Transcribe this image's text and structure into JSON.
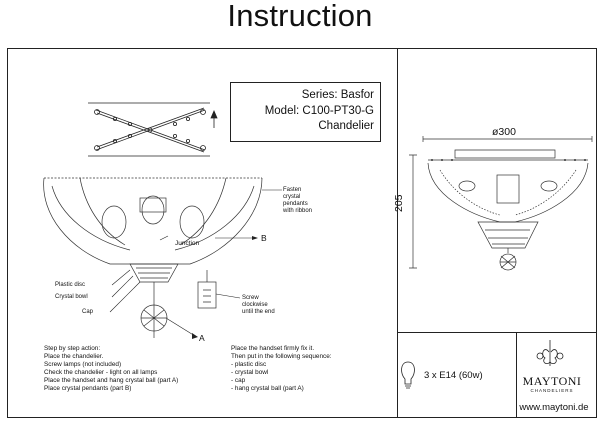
{
  "title": "Instruction",
  "spec": {
    "series": "Series: Basfor",
    "model": "Model: C100-PT30-G",
    "type": "Chandelier"
  },
  "callouts": {
    "fasten": [
      "Fasten",
      "crystal",
      "pendants",
      "with ribbon"
    ],
    "junction": "Junction",
    "b": "B",
    "a": "A",
    "plastic_disc": "Plastic disc",
    "crystal_bowl": "Crystal bowl",
    "cap": "Cap",
    "screw": [
      "Screw",
      "clockwise",
      "until the end"
    ]
  },
  "steps_left": [
    "Step by step action:",
    "Place the chandelier.",
    "Screw lamps (not included)",
    "Check the chandelier - light on all lamps",
    "Place the handset and hang crystal ball (part A)",
    "Place crystal pendants (part B)"
  ],
  "steps_right": [
    "Place the handset firmly fix it.",
    "Then put in the following sequence:",
    "- plastic disc",
    "- crystal bowl",
    "- cap",
    "- hang crystal ball (part A)"
  ],
  "dimensions": {
    "width": "ø300",
    "height": "205"
  },
  "bulbs": "3 x E14 (60w)",
  "brand": {
    "name": "MAYTONI",
    "tagline": "CHANDELIERS",
    "url": "www.maytoni.de"
  },
  "icons": [
    "bulb-icon",
    "maytoni-logo",
    "up-arrow-icon"
  ]
}
